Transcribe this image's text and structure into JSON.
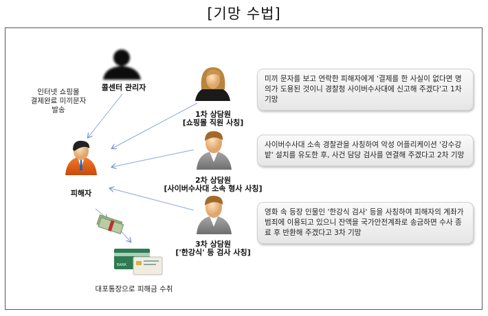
{
  "title": "[기망 수법]",
  "manager": {
    "label": "콜센터 관리자"
  },
  "sms_note": {
    "lines": [
      "인터넷 쇼핑몰",
      "결제완료 미끼문자",
      "발송"
    ]
  },
  "victim": {
    "label": "피해자"
  },
  "agents": [
    {
      "line1": "1차 상담원",
      "line2": "[쇼핑몰 직원 사칭]",
      "description": "미끼 문자를 보고 연락한 피해자에게 '결제를 한 사실이 없다면 명의가 도용된 것이니 경찰청 사이버수사대에 신고해 주겠다'고 1차 기망"
    },
    {
      "line1": "2차 상담원",
      "line2": "[사이버수사대 소속 형사 사칭]",
      "description": "사이버수사대 소속 경찰관을 사칭하여 악성 어플리케이션 '강수강밭' 설치를 유도한 후, 사건 담당 검사를 연결해 주겠다고 2차 기망"
    },
    {
      "line1": "3차 상담원",
      "line2": "['한강식' 등 검사 사칭]",
      "description": "영화 속 등장 인물인 '한강식 검사' 등을 사칭하여 피해자의 계좌가 범죄에 이용되고 있으니 잔액을 국가안전계좌로 송금하면 수사 종료 후 반환해 주겠다고 3차 기망"
    }
  ],
  "bank": {
    "card_text": "BANK",
    "label": "대포통장으로 피해금 수취"
  }
}
